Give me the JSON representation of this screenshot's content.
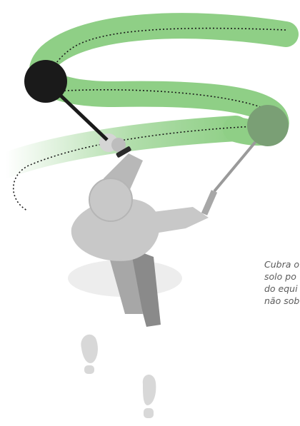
{
  "caption": {
    "lines": [
      "Cubra o",
      "solo po",
      "do equi",
      "não sob"
    ]
  },
  "colors": {
    "swing_path": "#8fcf86",
    "hammer_head": "#1a1a1a",
    "hammer_ghost": "#7a9f75",
    "athlete_light": "#c8c8c8",
    "athlete_mid": "#a7a7a7",
    "athlete_dark": "#8a8a8a",
    "footprint": "#d8d8d8"
  },
  "icons": [
    "hammer-head-icon",
    "footprint-icon",
    "athlete-figure"
  ]
}
